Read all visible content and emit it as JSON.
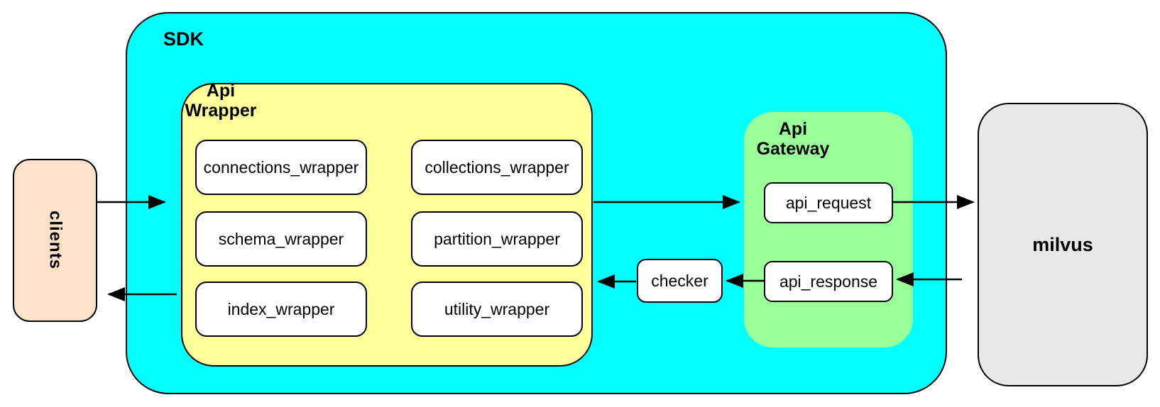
{
  "colors": {
    "sdk_fill": "#00FFFF",
    "api_wrapper_fill": "#FFFF99",
    "api_gateway_fill": "#99FF99",
    "clients_fill": "#FBE2C9",
    "milvus_fill": "#E8E8E8",
    "border": "#000000",
    "inner_box_fill": "#FFFFFF"
  },
  "nodes": {
    "clients": {
      "label": "clients"
    },
    "sdk": {
      "label": "SDK"
    },
    "api_wrapper": {
      "label": "Api Wrapper",
      "boxes": [
        "connections_wrapper",
        "collections_wrapper",
        "schema_wrapper",
        "partition_wrapper",
        "index_wrapper",
        "utility_wrapper"
      ]
    },
    "checker": {
      "label": "checker"
    },
    "api_gateway": {
      "label": "Api Gateway",
      "boxes": [
        "api_request",
        "api_response"
      ]
    },
    "milvus": {
      "label": "milvus"
    }
  },
  "arrows": [
    {
      "from": "clients",
      "to": "api_wrapper",
      "direction": "right"
    },
    {
      "from": "api_wrapper",
      "to": "clients",
      "direction": "left"
    },
    {
      "from": "api_wrapper",
      "to": "api_gateway",
      "direction": "right"
    },
    {
      "from": "api_request",
      "to": "milvus",
      "direction": "right"
    },
    {
      "from": "milvus",
      "to": "api_response",
      "direction": "left"
    },
    {
      "from": "api_response",
      "to": "checker",
      "direction": "left"
    },
    {
      "from": "checker",
      "to": "api_wrapper",
      "direction": "left"
    }
  ]
}
